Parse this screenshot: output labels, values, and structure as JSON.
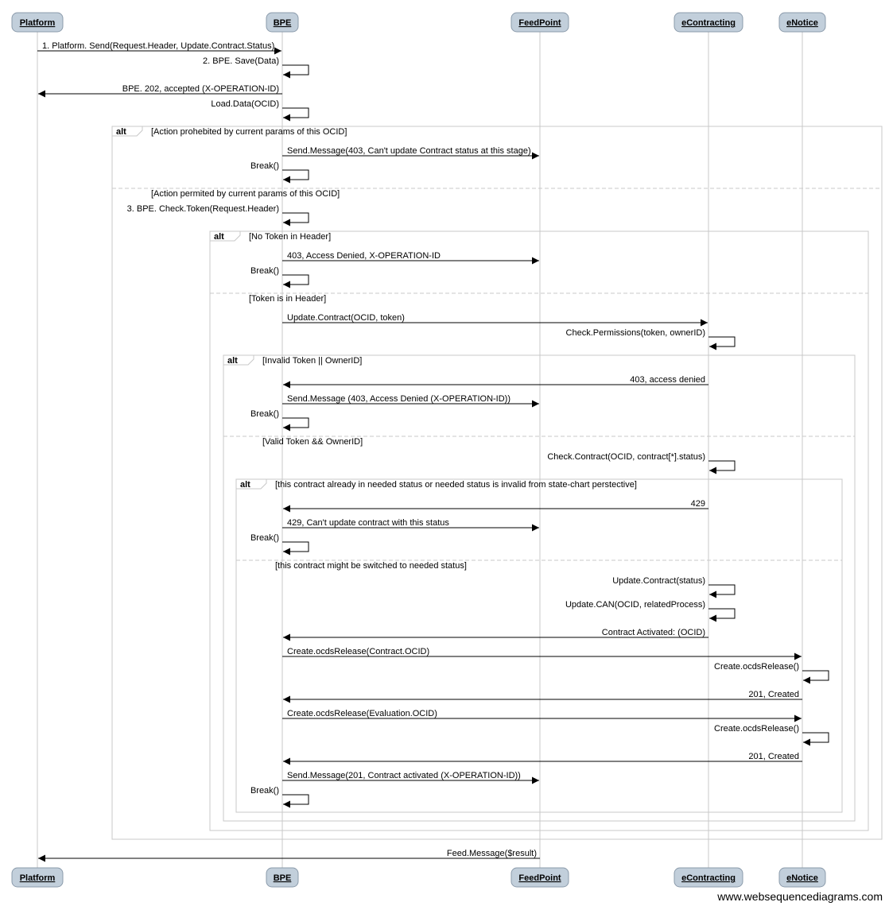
{
  "participants": [
    {
      "id": "platform",
      "label": "Platform"
    },
    {
      "id": "bpe",
      "label": "BPE"
    },
    {
      "id": "feedpoint",
      "label": "FeedPoint"
    },
    {
      "id": "econtracting",
      "label": "eContracting"
    },
    {
      "id": "enotice",
      "label": "eNotice"
    }
  ],
  "frames": [
    {
      "operator": "alt",
      "sections": [
        "[Action prohebited by current params of this OCID]",
        "[Action permited by current params of this OCID]"
      ]
    },
    {
      "operator": "alt",
      "sections": [
        "[No Token in Header]",
        "[Token is in Header]"
      ]
    },
    {
      "operator": "alt",
      "sections": [
        "[Invalid Token || OwnerID]",
        "[Valid Token && OwnerID]"
      ]
    },
    {
      "operator": "alt",
      "sections": [
        "[this contract already in needed status or needed status is invalid from state-chart perstective]",
        "[this contract might be switched to needed status]"
      ]
    }
  ],
  "messages": [
    {
      "from": "platform",
      "to": "bpe",
      "text": "1. Platform. Send(Request.Header, Update.Contract.Status)"
    },
    {
      "from": "bpe",
      "to": "bpe",
      "text": "2. BPE. Save(Data)"
    },
    {
      "from": "bpe",
      "to": "platform",
      "text": "BPE. 202, accepted (X-OPERATION-ID)"
    },
    {
      "from": "bpe",
      "to": "bpe",
      "text": "Load.Data(OCID)"
    },
    {
      "from": "bpe",
      "to": "feedpoint",
      "text": "Send.Message(403, Can't update Contract status at this stage)"
    },
    {
      "from": "bpe",
      "to": "bpe",
      "text": "Break()"
    },
    {
      "from": "bpe",
      "to": "bpe",
      "text": "3. BPE. Check.Token(Request.Header)"
    },
    {
      "from": "bpe",
      "to": "feedpoint",
      "text": "403, Access Denied, X-OPERATION-ID"
    },
    {
      "from": "bpe",
      "to": "bpe",
      "text": "Break()"
    },
    {
      "from": "bpe",
      "to": "econtracting",
      "text": "Update.Contract(OCID, token)"
    },
    {
      "from": "econtracting",
      "to": "econtracting",
      "text": "Check.Permissions(token, ownerID)"
    },
    {
      "from": "econtracting",
      "to": "bpe",
      "text": "403, access denied"
    },
    {
      "from": "bpe",
      "to": "feedpoint",
      "text": "Send.Message (403, Access Denied (X-OPERATION-ID))"
    },
    {
      "from": "bpe",
      "to": "bpe",
      "text": "Break()"
    },
    {
      "from": "econtracting",
      "to": "econtracting",
      "text": "Check.Contract(OCID, contract[*].status)"
    },
    {
      "from": "econtracting",
      "to": "bpe",
      "text": "429"
    },
    {
      "from": "bpe",
      "to": "feedpoint",
      "text": "429, Can't update contract with this status"
    },
    {
      "from": "bpe",
      "to": "bpe",
      "text": "Break()"
    },
    {
      "from": "econtracting",
      "to": "econtracting",
      "text": "Update.Contract(status)"
    },
    {
      "from": "econtracting",
      "to": "econtracting",
      "text": "Update.CAN(OCID, relatedProcess)"
    },
    {
      "from": "econtracting",
      "to": "bpe",
      "text": "Contract Activated: (OCID)"
    },
    {
      "from": "bpe",
      "to": "enotice",
      "text": "Create.ocdsRelease(Contract.OCID)"
    },
    {
      "from": "enotice",
      "to": "enotice",
      "text": "Create.ocdsRelease()"
    },
    {
      "from": "enotice",
      "to": "bpe",
      "text": "201, Created"
    },
    {
      "from": "bpe",
      "to": "enotice",
      "text": "Create.ocdsRelease(Evaluation.OCID)"
    },
    {
      "from": "enotice",
      "to": "enotice",
      "text": "Create.ocdsRelease()"
    },
    {
      "from": "enotice",
      "to": "bpe",
      "text": "201, Created"
    },
    {
      "from": "bpe",
      "to": "feedpoint",
      "text": "Send.Message(201, Contract activated (X-OPERATION-ID))"
    },
    {
      "from": "bpe",
      "to": "bpe",
      "text": "Break()"
    },
    {
      "from": "feedpoint",
      "to": "platform",
      "text": "Feed.Message($result)"
    }
  ],
  "watermark": "www.websequencediagrams.com"
}
